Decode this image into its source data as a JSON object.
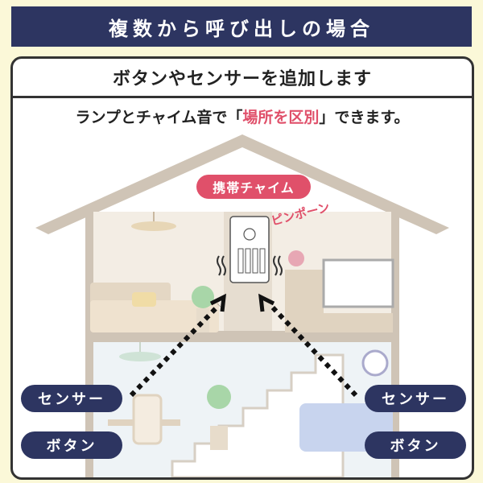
{
  "title": "複数から呼び出しの場合",
  "panel": {
    "subtitle": "ボタンやセンサーを追加します",
    "description": {
      "prefix": "ランプとチャイム音で「",
      "highlight": "場所を区別",
      "suffix": "」できます。"
    },
    "badge": "携帯チャイム",
    "sound": "ピンポーン",
    "left": {
      "sensor": "センサー",
      "button": "ボタン"
    },
    "right": {
      "sensor": "センサー",
      "button": "ボタン"
    }
  },
  "colors": {
    "navy": "#2d3561",
    "accent": "#e0506a",
    "background": "#fbf8d8",
    "house": "#cfc4b6"
  }
}
